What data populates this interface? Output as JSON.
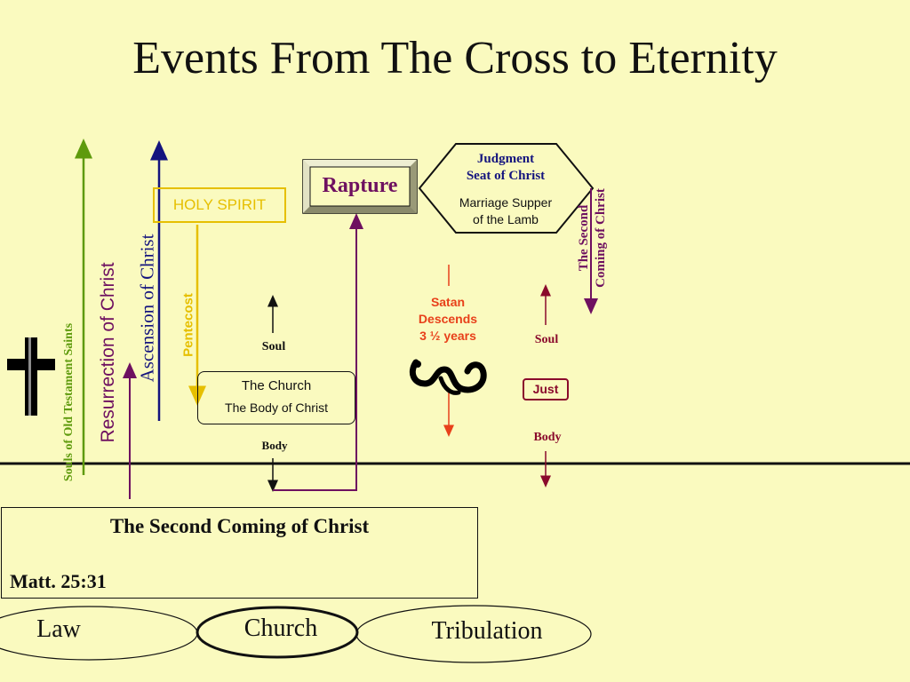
{
  "title": "Events From The Cross to Eternity",
  "labels": {
    "souls_ot_saints": "Souls of Old Testament Saints",
    "resurrection": "Resurrection of Christ",
    "ascension": "Ascension of Christ",
    "holy_spirit": "HOLY SPIRIT",
    "pentecost": "Pentecost",
    "soul_left": "Soul",
    "church_line1": "The Church",
    "church_line2": "The Body of Christ",
    "body_left": "Body",
    "rapture": "Rapture",
    "judgment_line1": "Judgment",
    "judgment_line2": "Seat of Christ",
    "marriage_line1": "Marriage Supper",
    "marriage_line2": "of the Lamb",
    "second_coming_line1": "The Second",
    "second_coming_line2": "Coming of Christ",
    "satan_line1": "Satan",
    "satan_line2": "Descends",
    "satan_line3": "3 ½ years",
    "soul_right": "Soul",
    "just": "Just",
    "body_right": "Body"
  },
  "info_box": {
    "heading": "The Second Coming of Christ",
    "reference": "Matt. 25:31"
  },
  "ages": {
    "law": "Law",
    "church": "Church",
    "tribulation": "Tribulation"
  },
  "colors": {
    "background": "#fafabf",
    "green": "#5e9a0c",
    "purple": "#6e1060",
    "navy": "#14147e",
    "gold": "#e6bf00",
    "orange_red": "#e8401a",
    "maroon": "#8a0a2c",
    "text_dark": "#111111"
  },
  "icons": {
    "cross": "cross-icon",
    "serpent": "serpent-symbol-icon"
  }
}
